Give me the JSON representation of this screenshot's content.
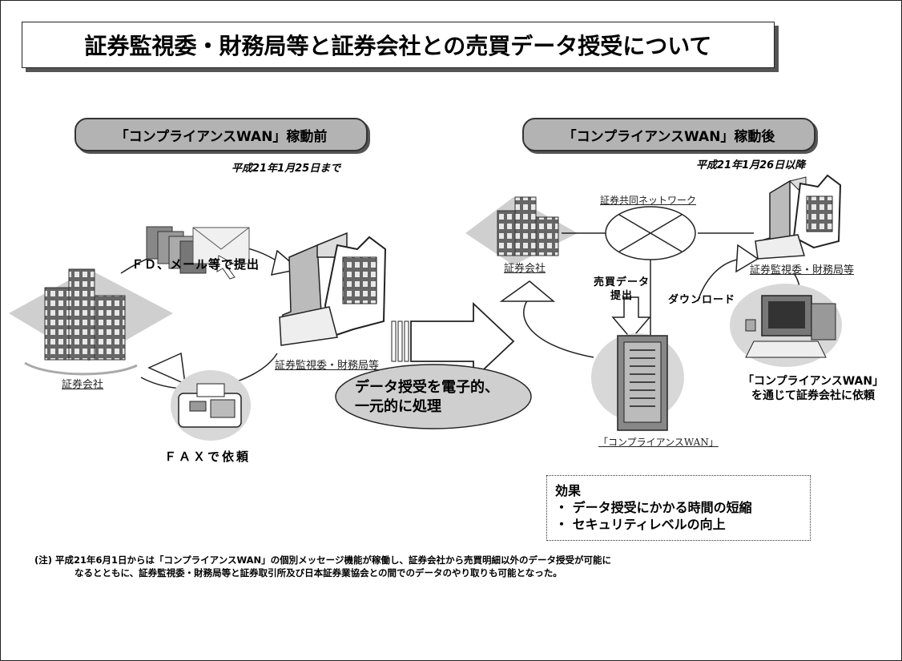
{
  "title": "証券監視委・財務局等と証券会社との売買データ授受について",
  "before": {
    "pill": "「コンプライアンスWAN」稼動前",
    "date": "平成21年1月25日まで",
    "company_label": "証券会社",
    "regulator_label": "証券監視委・財務局等",
    "fd_label": "ＦＤ、メール等で提出",
    "fax_label": "ＦＡＸで依頼"
  },
  "center_label": "データ授受を電子的、一元的に処理",
  "center_lines": [
    "データ授受を電子的、",
    "一元的に処理"
  ],
  "after": {
    "pill": "「コンプライアンスWAN」稼動後",
    "date": "平成21年1月26日以降",
    "network_label": "証券共同ネットワーク",
    "company_label": "証券会社",
    "regulator_label": "証券監視委・財務局等",
    "submit_label_1": "売買データ",
    "submit_label_2": "提出",
    "download_label": "ダウンロード",
    "request_label_1": "「コンプライアンスWAN」",
    "request_label_2": "を通じて証券会社に依頼",
    "wan_label": "「コンプライアンスWAN」"
  },
  "effects": {
    "heading": "効果",
    "items": [
      "・ データ授受にかかる時間の短縮",
      "・ セキュリティレベルの向上"
    ]
  },
  "note": {
    "line1": "(注) 平成21年6月1日からは「コンプライアンスWAN」の個別メッセージ機能が稼働し、証券会社から売買明細以外のデータ授受が可能に",
    "line2": "なるとともに、証券監視委・財務局等と証券取引所及び日本証券業協会との間でのデータのやり取りも可能となった。"
  }
}
